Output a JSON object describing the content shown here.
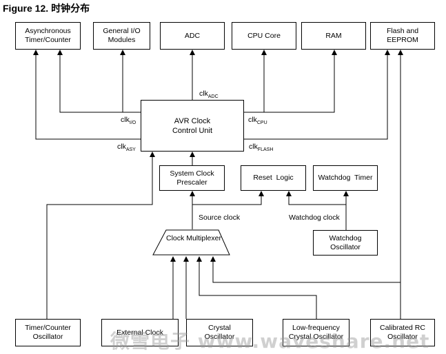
{
  "title": {
    "figure": "Figure 12.",
    "caption": "时钟分布"
  },
  "targets": {
    "async_timer": [
      "Asynchronous",
      "Timer/Counter"
    ],
    "gpio": [
      "General I/O",
      "Modules"
    ],
    "adc": [
      "ADC"
    ],
    "cpu": [
      "CPU Core"
    ],
    "ram": [
      "RAM"
    ],
    "flash": [
      "Flash and",
      "EEPROM"
    ]
  },
  "control_unit": [
    "AVR Clock",
    "Control Unit"
  ],
  "prescaler": [
    "System Clock",
    "Prescaler"
  ],
  "reset_logic": [
    "Reset  Logic"
  ],
  "watchdog_timer": [
    "Watchdog  Timer"
  ],
  "watchdog_osc": [
    "Watchdog",
    "Oscillator"
  ],
  "multiplexer": [
    "Clock",
    "Multiplexer"
  ],
  "sources": {
    "timer_osc": [
      "Timer/Counter",
      "Oscillator"
    ],
    "external": [
      "External Clock"
    ],
    "crystal": [
      "Crystal",
      "Oscillator"
    ],
    "lowfreq": [
      "Low-frequency",
      "Crystal Oscillator"
    ],
    "calibrated": [
      "Calibrated RC",
      "Oscillator"
    ]
  },
  "clocks": {
    "adc": {
      "base": "clk",
      "sub": "ADC"
    },
    "io": {
      "base": "clk",
      "sub": "I/O"
    },
    "cpu": {
      "base": "clk",
      "sub": "CPU"
    },
    "asy": {
      "base": "clk",
      "sub": "ASY"
    },
    "flash": {
      "base": "clk",
      "sub": "FLASH"
    }
  },
  "signals": {
    "source_clock": "Source clock",
    "watchdog_clock": "Watchdog clock"
  },
  "watermark": "微雪电子 www.waveshare.net"
}
